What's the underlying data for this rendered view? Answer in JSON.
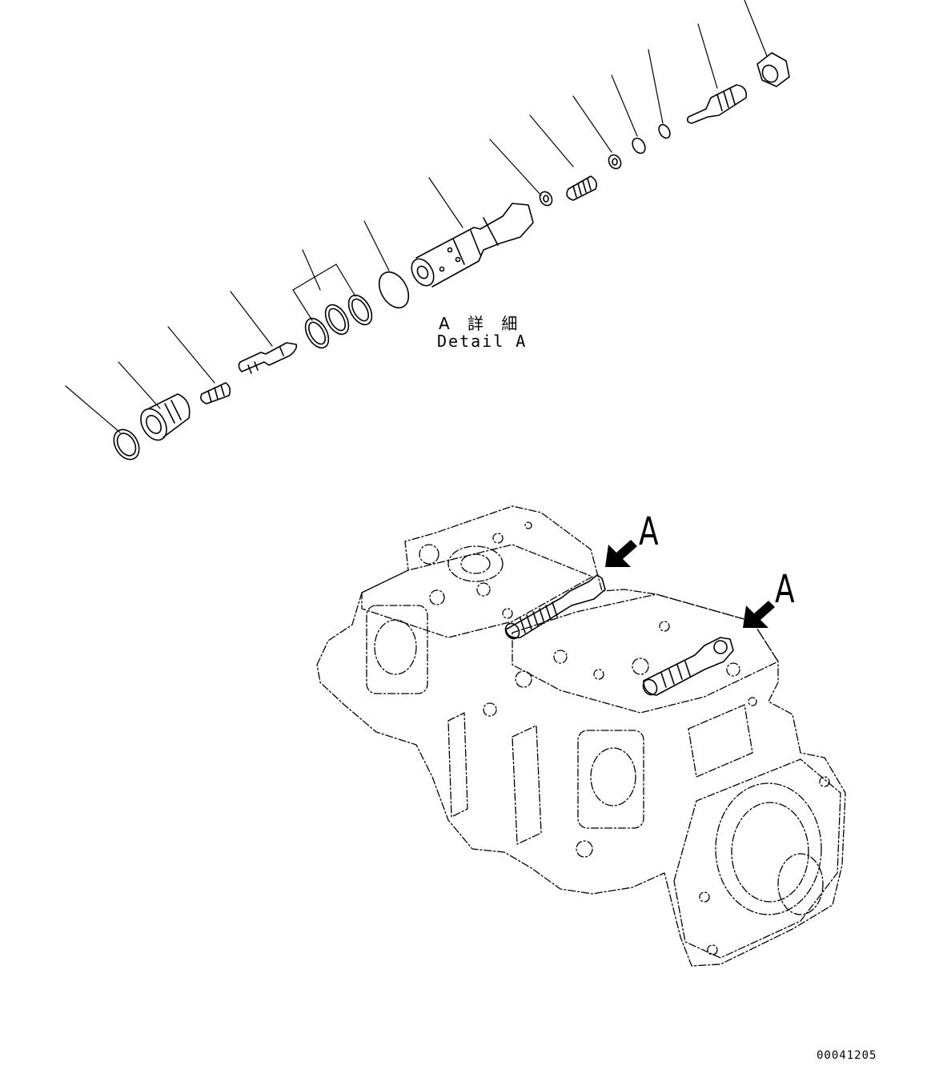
{
  "detail": {
    "title_jp": "A 詳 細",
    "title_en": "Detail A"
  },
  "callouts": {
    "arrow_a_1": "A",
    "arrow_a_2": "A"
  },
  "drawing_number": "00041205"
}
